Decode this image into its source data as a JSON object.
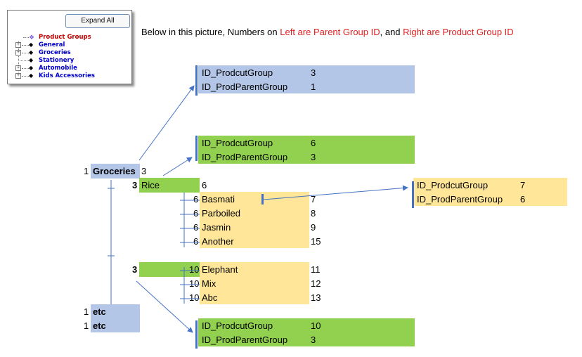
{
  "tree": {
    "expand_all_label": "Expand All",
    "root_label": "Product Groups",
    "items": [
      {
        "label": "General",
        "expandable": true
      },
      {
        "label": "Groceries",
        "expandable": true
      },
      {
        "label": "Stationery",
        "expandable": false
      },
      {
        "label": "Automobile",
        "expandable": true
      },
      {
        "label": "Kids Accessories",
        "expandable": true
      }
    ]
  },
  "caption": {
    "part1": "Below in this picture, Numbers on ",
    "left_text": "Left are Parent Group ID",
    "part2": ", and ",
    "right_text": "Right are Product Group ID"
  },
  "info_boxes": [
    {
      "key1": "ID_ProdcutGroup",
      "val1": "3",
      "key2": "ID_ProdParentGroup",
      "val2": "1"
    },
    {
      "key1": "ID_ProdcutGroup",
      "val1": "6",
      "key2": "ID_ProdParentGroup",
      "val2": "3"
    },
    {
      "key1": "ID_ProdcutGroup",
      "val1": "7",
      "key2": "ID_ProdParentGroup",
      "val2": "6"
    },
    {
      "key1": "ID_ProdcutGroup",
      "val1": "10",
      "key2": "ID_ProdParentGroup",
      "val2": "3"
    }
  ],
  "groceries_row": {
    "parent": "1",
    "name": "Groceries",
    "id": "3"
  },
  "rice_row": {
    "parent": "3",
    "name": "Rice",
    "id": "6"
  },
  "rice_children": [
    {
      "parent": "6",
      "name": "Basmati",
      "id": "7"
    },
    {
      "parent": "6",
      "name": "Parboiled",
      "id": "8"
    },
    {
      "parent": "6",
      "name": "Jasmin",
      "id": "9"
    },
    {
      "parent": "6",
      "name": "Another",
      "id": "15"
    }
  ],
  "second_row": {
    "parent": "3"
  },
  "second_children": [
    {
      "parent": "10",
      "name": "Elephant",
      "id": "11"
    },
    {
      "parent": "10",
      "name": "Mix",
      "id": "12"
    },
    {
      "parent": "10",
      "name": "Abc",
      "id": "13"
    }
  ],
  "etc_rows": [
    {
      "parent": "1",
      "name": "etc"
    },
    {
      "parent": "1",
      "name": "etc"
    }
  ],
  "colors": {
    "blue": "#b4c6e7",
    "green": "#92d050",
    "yellow": "#ffe699",
    "arrow": "#4472c4",
    "highlight": "#e02020"
  }
}
